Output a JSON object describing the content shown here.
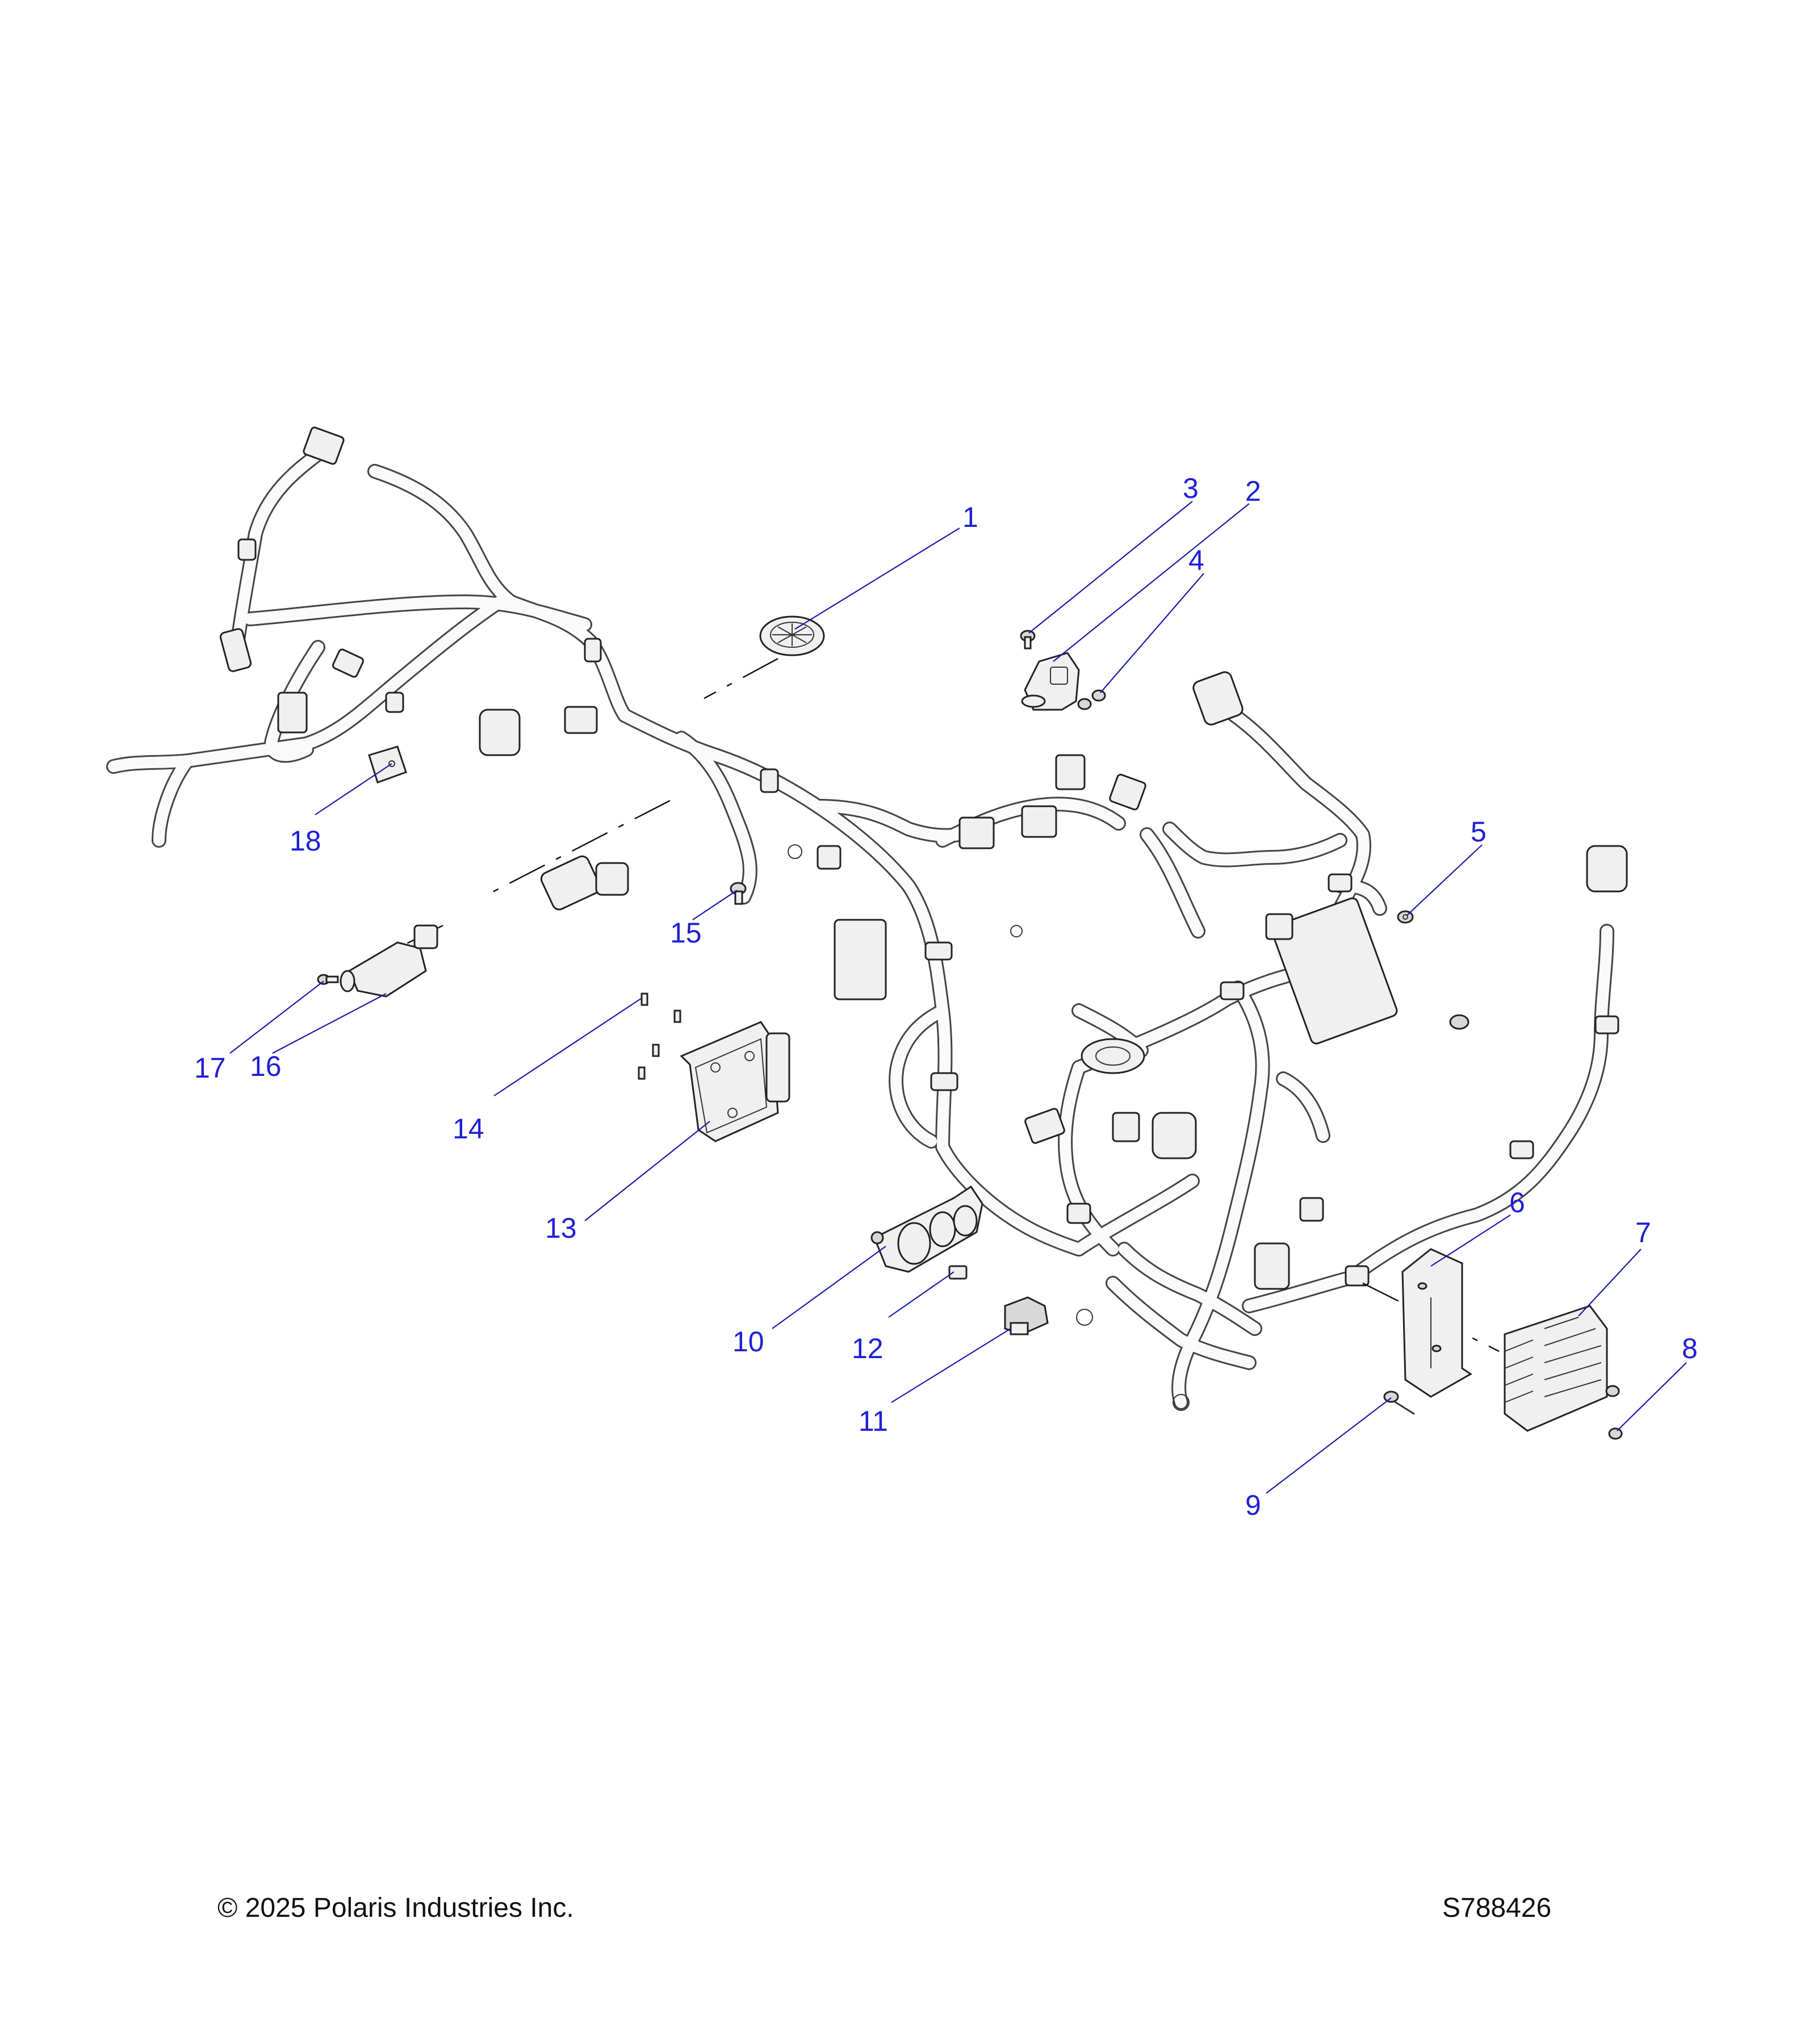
{
  "callouts": [
    {
      "number": "1"
    },
    {
      "number": "2"
    },
    {
      "number": "3"
    },
    {
      "number": "4"
    },
    {
      "number": "5"
    },
    {
      "number": "6"
    },
    {
      "number": "7"
    },
    {
      "number": "8"
    },
    {
      "number": "9"
    },
    {
      "number": "10"
    },
    {
      "number": "11"
    },
    {
      "number": "12"
    },
    {
      "number": "13"
    },
    {
      "number": "14"
    },
    {
      "number": "15"
    },
    {
      "number": "16"
    },
    {
      "number": "17"
    },
    {
      "number": "18"
    }
  ],
  "footer": {
    "copyright": "© 2025 Polaris Industries Inc.",
    "figure_id": "S788426"
  },
  "colors": {
    "callout_text": "#1f1fd6",
    "leader_line": "#1a1aa8",
    "line_art": "#222222",
    "background": "#ffffff"
  }
}
